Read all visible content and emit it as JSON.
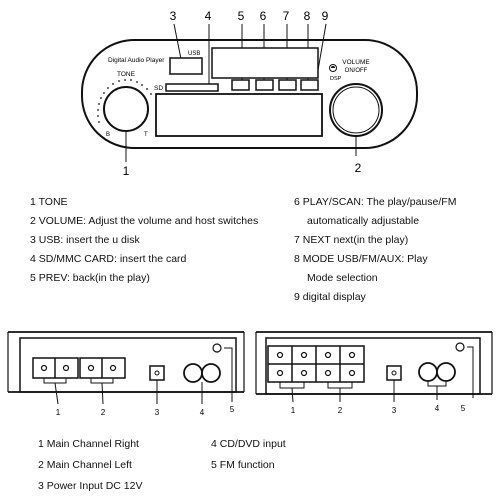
{
  "front_panel": {
    "callouts_top": [
      "3",
      "4",
      "5",
      "6",
      "7",
      "8",
      "9"
    ],
    "callout_knob_left": "1",
    "callout_knob_right": "2",
    "usb_label": "USB",
    "player_label": "Digital Audio Player",
    "tone_label": "TONE",
    "bass_mark": "B",
    "treble_mark": "T",
    "sd_label": "SD",
    "volume_label": "VOLUME",
    "onoff_label": "ON/OFF",
    "dsp_label": "DSP"
  },
  "front_legend": {
    "left": [
      "1 TONE",
      "2 VOLUME: Adjust the volume and host switches",
      "3 USB: insert the u disk",
      "4 SD/MMC CARD: insert the card",
      "5 PREV: back(in the play)"
    ],
    "right": [
      "6 PLAY/SCAN: The play/pause/FM",
      "automatically adjustable",
      "7 NEXT next(in the play)",
      "8 MODE USB/FM/AUX: Play",
      "Mode selection",
      "9 digital display"
    ]
  },
  "rear_panels": {
    "left_callouts": [
      "1",
      "2",
      "3",
      "4",
      "5"
    ],
    "right_callouts": [
      "1",
      "2",
      "3",
      "4",
      "5"
    ]
  },
  "rear_legend": {
    "left": [
      "1 Main Channel Right",
      "2 Main Channel Left",
      "3 Power Input DC 12V"
    ],
    "right": [
      "4 CD/DVD input",
      "5 FM function"
    ]
  }
}
